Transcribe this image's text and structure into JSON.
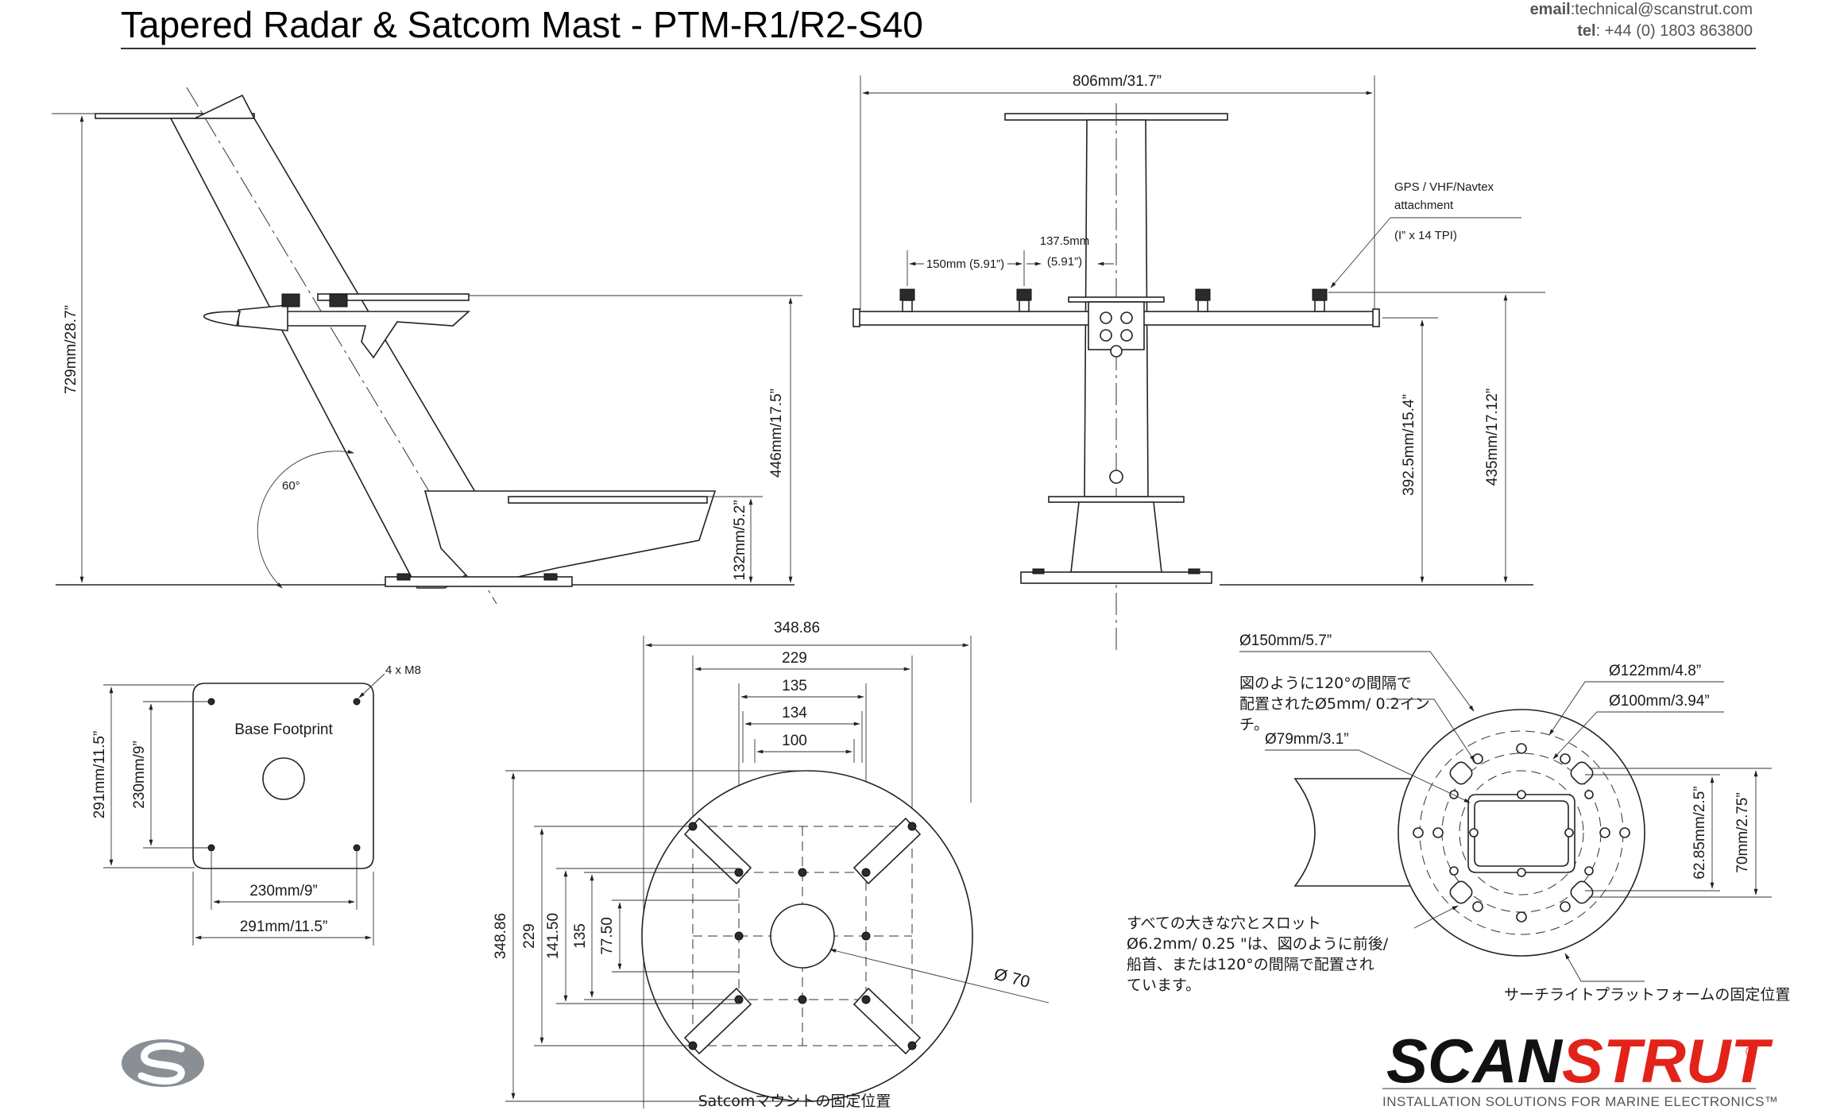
{
  "header": {
    "title": "Tapered Radar & Satcom Mast - PTM-R1/R2-S40",
    "email_label": "email",
    "email_value": ":technical@scanstrut.com",
    "tel_label": "tel",
    "tel_value": ":  +44 (0) 1803 863800"
  },
  "side_view": {
    "height_total": "729mm/28.7”",
    "height_arm": "446mm/17.5”",
    "height_base": "132mm/5.2”",
    "angle": "60°"
  },
  "front_view": {
    "width_total": "806mm/31.7”",
    "spacing_outer": "150mm (5.91”)",
    "spacing_center_top": "137.5mm",
    "spacing_center_bottom": "(5.91”)",
    "gps_line1": "GPS / VHF/Navtex",
    "gps_line2": "attachment",
    "gps_thread": "(I” x 14 TPI)",
    "height_arm": "392.5mm/15.4”",
    "height_total": "435mm/17.12”"
  },
  "base_footprint": {
    "title": "Base Footprint",
    "bolts": "4 x M8",
    "outer_v": "291mm/11.5”",
    "inner_v": "230mm/9”",
    "inner_h": "230mm/9”",
    "outer_h": "291mm/11.5”"
  },
  "satcom_plate": {
    "dims_top": [
      "348.86",
      "229",
      "135",
      "134",
      "100"
    ],
    "dims_left": [
      "348.86",
      "229",
      "141.50",
      "135",
      "77.50"
    ],
    "diameter": "Ø  70",
    "caption": "Satcomマウントの固定位置"
  },
  "searchlight_plate": {
    "d150": "Ø150mm/5.7”",
    "d122": "Ø122mm/4.8”",
    "d100": "Ø100mm/3.94”",
    "d79": "Ø79mm/3.1”",
    "note_holes": [
      "図のように120°の間隔で",
      "配置されたØ5mm/ 0.2イン",
      "チ。"
    ],
    "note_slots": [
      "すべての大きな穴とスロット",
      "Ø6.2mm/ 0.25 \"は、図のように前後/",
      "船首、または120°の間隔で配置され",
      "ています。"
    ],
    "height_inner": "62.85mm/2.5”",
    "height_outer": "70mm/2.75”",
    "caption": "サーチライトプラットフォームの固定位置"
  },
  "footer": {
    "brand": "SCANSTRUT",
    "registered": "®",
    "tagline": "INSTALLATION SOLUTIONS FOR MARINE ELECTRONICS™"
  },
  "colors": {
    "brand_red": "#e2231a",
    "brand_black": "#111111",
    "logo_grey": "#8a8f96"
  },
  "icons": {
    "logo": "scanstrut-s-logo-icon"
  }
}
